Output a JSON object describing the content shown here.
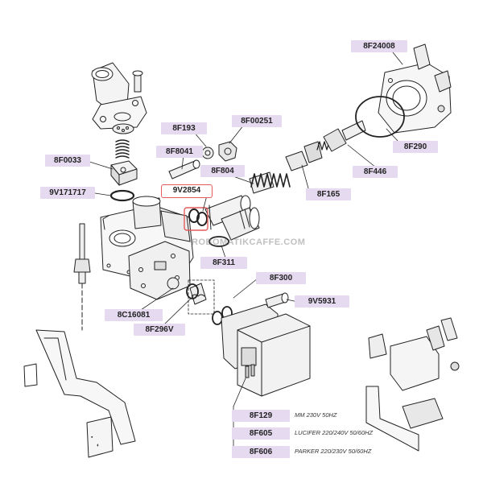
{
  "watermark": "ROBOMATIKCAFFE.COM",
  "labels": {
    "8F24008": "8F24008",
    "8F00251": "8F00251",
    "8F193": "8F193",
    "8F8041": "8F8041",
    "8F0033": "8F0033",
    "8F804": "8F804",
    "9V171717": "9V171717",
    "9V2854": "9V2854",
    "8F290": "8F290",
    "8F446": "8F446",
    "8F165": "8F165",
    "8F311": "8F311",
    "8F300": "8F300",
    "8C16081": "8C16081",
    "9V5931": "9V5931",
    "8F296V": "8F296V",
    "8F129": "8F129",
    "8F605": "8F605",
    "8F606": "8F606"
  },
  "coil_notes": {
    "8F129": "MM 230V 50HZ",
    "8F605": "LUCIFER 220/240V    50/60HZ",
    "8F606": "PARKER 220/230V    50/60HZ"
  },
  "colors": {
    "label_bg": "#e6daf0",
    "highlight": "#e35b5b",
    "line": "#222222"
  }
}
